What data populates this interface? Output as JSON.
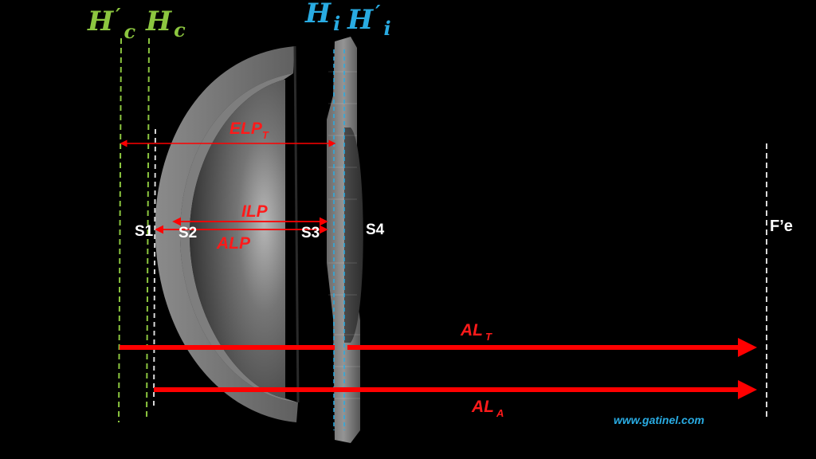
{
  "colors": {
    "background": "#000000",
    "cornea_plane": "#8cc63f",
    "lens_plane": "#29abe2",
    "arrow": "#ff0000",
    "label_red": "#ff1a1a",
    "text_white": "#ffffff",
    "watermark": "#29abe2",
    "dashed_white": "#d9d9d9"
  },
  "labels": {
    "H_prime_c": {
      "base": "H",
      "mark": "′",
      "sub": "c"
    },
    "H_c": {
      "base": "H",
      "sub": "c"
    },
    "H_i": {
      "base": "H",
      "sub": "i"
    },
    "H_prime_i": {
      "base": "H",
      "mark": "′",
      "sub": "i"
    },
    "ELP": {
      "base": "ELP",
      "sub": "T"
    },
    "ILP": "ILP",
    "ALP": "ALP",
    "AL_T": {
      "base": "AL",
      "sub": "T"
    },
    "AL_A": {
      "base": "AL",
      "sub": "A"
    },
    "S1": "S1",
    "S2": "S2",
    "S3": "S3",
    "S4": "S4",
    "focal": "F’e"
  },
  "watermark": "www.gatinel.com",
  "icons": {
    "cornea": "cornea-cross-section-icon",
    "iol": "intraocular-lens-icon"
  }
}
